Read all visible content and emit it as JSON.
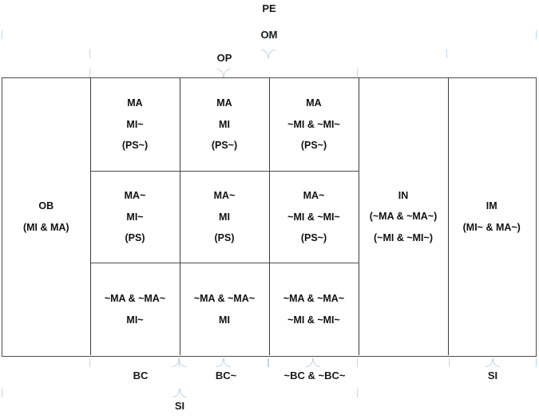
{
  "diagram": {
    "title_label": "PE",
    "top_braces": [
      {
        "name": "PE",
        "label": "PE"
      },
      {
        "name": "OM",
        "label": "OM"
      },
      {
        "name": "OP",
        "label": "OP"
      }
    ],
    "bottom_braces": [
      {
        "name": "BC",
        "label": "BC"
      },
      {
        "name": "BCn",
        "label": "BC~"
      },
      {
        "name": "BCneg",
        "label": "~BC & ~BC~"
      },
      {
        "name": "SI-right",
        "label": "SI"
      },
      {
        "name": "SI-bottom",
        "label": "SI"
      }
    ],
    "columns": [
      {
        "name": "col-ob",
        "header": "OB"
      },
      {
        "name": "col-bc",
        "header": "BC"
      },
      {
        "name": "col-bcn",
        "header": "BC~"
      },
      {
        "name": "col-bcneg",
        "header": "~BC & ~BC~"
      },
      {
        "name": "col-in",
        "header": "IN"
      },
      {
        "name": "col-im",
        "header": "IM"
      }
    ],
    "cells": {
      "ob": [
        "OB",
        "(MI & MA)"
      ],
      "r1c2": [
        "MA",
        "MI~",
        "(PS~)"
      ],
      "r1c3": [
        "MA",
        "MI",
        "(PS~)"
      ],
      "r1c4": [
        "MA",
        "~MI & ~MI~",
        "(PS~)"
      ],
      "r2c2": [
        "MA~",
        "MI~",
        "(PS)"
      ],
      "r2c3": [
        "MA~",
        "MI",
        "(PS)"
      ],
      "r2c4": [
        "MA~",
        "~MI & ~MI~",
        "(PS~)"
      ],
      "r3c2": [
        "~MA & ~MA~",
        "MI~"
      ],
      "r3c3": [
        "~MA & ~MA~",
        "MI"
      ],
      "r3c4": [
        "~MA & ~MA~",
        "~MI & ~MI~"
      ],
      "in": [
        "IN",
        "(~MA & ~MA~)",
        "(~MI & ~MI~)"
      ],
      "im": [
        "IM",
        "(MI~ & MA~)"
      ]
    },
    "colors": {
      "brace": "#b9d9ef",
      "grid": "#4d4d4d",
      "text": "#111111",
      "background": "#ffffff"
    }
  }
}
